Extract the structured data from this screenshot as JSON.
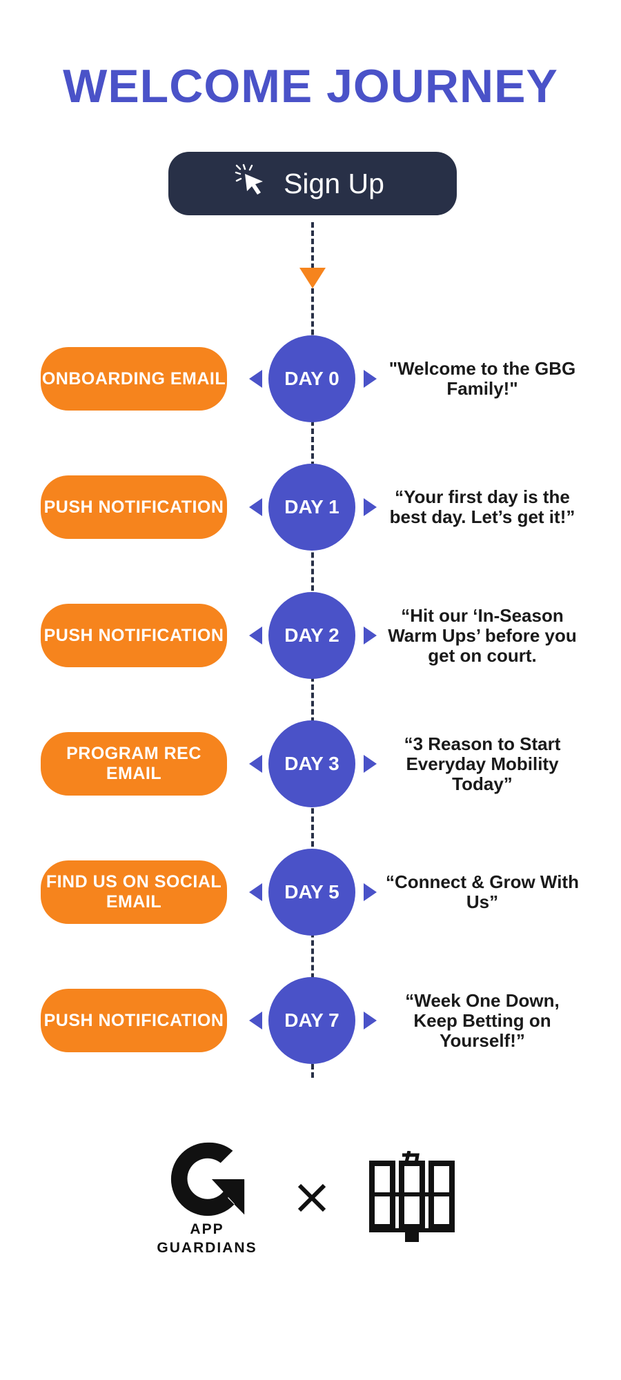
{
  "title": "WELCOME JOURNEY",
  "signup": {
    "label": "Sign Up",
    "icon": "cursor-click-icon"
  },
  "steps": [
    {
      "action": "ONBOARDING EMAIL",
      "day": "DAY 0",
      "message": "\"Welcome to the GBG Family!\""
    },
    {
      "action": "PUSH NOTIFICATION",
      "day": "DAY 1",
      "message": "“Your first day is the best day. Let’s get it!”"
    },
    {
      "action": "PUSH NOTIFICATION",
      "day": "DAY 2",
      "message": "“Hit our ‘In-Season Warm Ups’ before you get on court."
    },
    {
      "action": "PROGRAM REC EMAIL",
      "day": "DAY 3",
      "message": "“3 Reason to Start Everyday Mobility Today”"
    },
    {
      "action": "FIND US ON SOCIAL EMAIL",
      "day": "DAY 5",
      "message": "“Connect & Grow With Us”"
    },
    {
      "action": "PUSH NOTIFICATION",
      "day": "DAY 7",
      "message": "“Week One Down, Keep Betting on Yourself!”"
    }
  ],
  "footer": {
    "brand_left": "APP GUARDIANS",
    "separator_icon": "times-icon",
    "brand_right_logo": "gbg-logo"
  },
  "colors": {
    "title": "#4a52c8",
    "signup_bg": "#283047",
    "pill_orange": "#f6841d",
    "day_circle": "#4a52c8"
  }
}
